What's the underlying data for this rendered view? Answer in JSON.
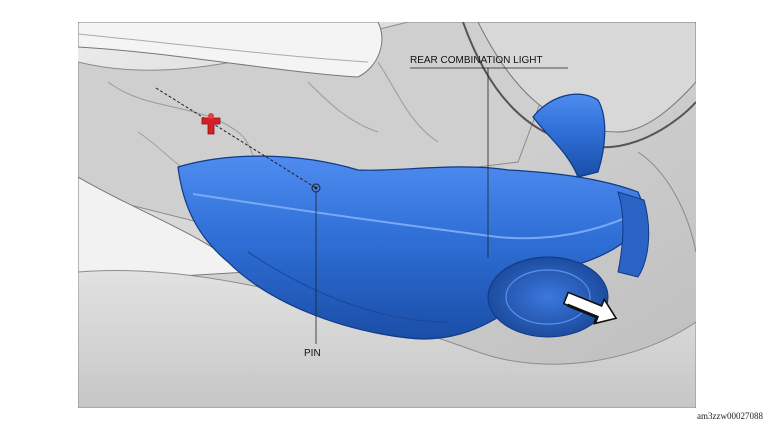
{
  "labels": {
    "rear_combination_light": "REAR COMBINATION LIGHT",
    "pin": "PIN"
  },
  "figure_id": "am3zzw00027088",
  "colors": {
    "lamp_blue": "#2f6fd6",
    "clip_red": "#d61f26",
    "body_gray": "#d4d4d4"
  },
  "icons": {
    "direction_arrow": "arrow-right-down-icon",
    "clip": "clip-icon"
  }
}
